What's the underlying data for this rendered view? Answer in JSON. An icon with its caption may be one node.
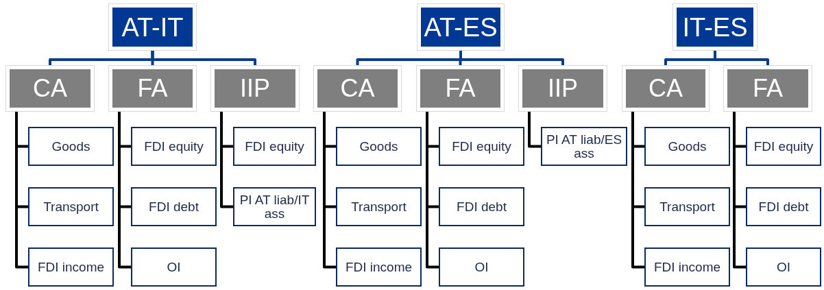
{
  "diagram": {
    "nodes": [
      {
        "text": [
          "AT-IT"
        ]
      },
      {
        "text": [
          "CA"
        ]
      },
      {
        "text": [
          "FA"
        ]
      },
      {
        "text": [
          "IIP"
        ]
      },
      {
        "text": [
          "Goods"
        ]
      },
      {
        "text": [
          "Transport"
        ]
      },
      {
        "text": [
          "FDI income"
        ]
      },
      {
        "text": [
          "FDI equity"
        ]
      },
      {
        "text": [
          "FDI debt"
        ]
      },
      {
        "text": [
          "OI"
        ]
      },
      {
        "text": [
          "FDI equity"
        ]
      },
      {
        "text": [
          "PI AT liab/IT ass"
        ]
      },
      {
        "text": [
          "AT-ES"
        ]
      },
      {
        "text": [
          "CA"
        ]
      },
      {
        "text": [
          "FA"
        ]
      },
      {
        "text": [
          "IIP"
        ]
      },
      {
        "text": [
          "Goods"
        ]
      },
      {
        "text": [
          "Transport"
        ]
      },
      {
        "text": [
          "FDI income"
        ]
      },
      {
        "text": [
          "FDI equity"
        ]
      },
      {
        "text": [
          "FDI debt"
        ]
      },
      {
        "text": [
          "OI"
        ]
      },
      {
        "text": [
          "PI AT liab/ES ass"
        ]
      },
      {
        "text": [
          "IT-ES"
        ]
      },
      {
        "text": [
          "CA"
        ]
      },
      {
        "text": [
          "FA"
        ]
      },
      {
        "text": [
          "Goods"
        ]
      },
      {
        "text": [
          "Transport"
        ]
      },
      {
        "text": [
          "FDI income"
        ]
      },
      {
        "text": [
          "FDI equity"
        ]
      },
      {
        "text": [
          "FDI debt"
        ]
      },
      {
        "text": [
          "OI"
        ]
      }
    ],
    "edges": [
      {
        "from": 0,
        "to": 1,
        "arrow": "none",
        "color": "#0d3a8a"
      },
      {
        "from": 0,
        "to": 2,
        "arrow": "none",
        "color": "#0d3a8a"
      },
      {
        "from": 0,
        "to": 3,
        "arrow": "none",
        "color": "#0d3a8a"
      },
      {
        "from": 1,
        "to": 4,
        "arrow": "none"
      },
      {
        "from": 1,
        "to": 5,
        "arrow": "none"
      },
      {
        "from": 1,
        "to": 6,
        "arrow": "none"
      },
      {
        "from": 2,
        "to": 7,
        "arrow": "none"
      },
      {
        "from": 2,
        "to": 8,
        "arrow": "none"
      },
      {
        "from": 2,
        "to": 9,
        "arrow": "none"
      },
      {
        "from": 3,
        "to": 10,
        "arrow": "none"
      },
      {
        "from": 3,
        "to": 11,
        "arrow": "none"
      },
      {
        "from": 12,
        "to": 13,
        "arrow": "none",
        "color": "#0d3a8a"
      },
      {
        "from": 12,
        "to": 14,
        "arrow": "none",
        "color": "#0d3a8a"
      },
      {
        "from": 12,
        "to": 15,
        "arrow": "none",
        "color": "#0d3a8a"
      },
      {
        "from": 13,
        "to": 16,
        "arrow": "none"
      },
      {
        "from": 13,
        "to": 17,
        "arrow": "none"
      },
      {
        "from": 13,
        "to": 18,
        "arrow": "none"
      },
      {
        "from": 14,
        "to": 19,
        "arrow": "none"
      },
      {
        "from": 14,
        "to": 20,
        "arrow": "none"
      },
      {
        "from": 14,
        "to": 21,
        "arrow": "none"
      },
      {
        "from": 15,
        "to": 22,
        "arrow": "none"
      },
      {
        "from": 23,
        "to": 24,
        "arrow": "none",
        "color": "#0d3a8a"
      },
      {
        "from": 23,
        "to": 25,
        "arrow": "none",
        "color": "#0d3a8a"
      },
      {
        "from": 24,
        "to": 26,
        "arrow": "none"
      },
      {
        "from": 24,
        "to": 27,
        "arrow": "none"
      },
      {
        "from": 24,
        "to": 28,
        "arrow": "none"
      },
      {
        "from": 25,
        "to": 29,
        "arrow": "none"
      },
      {
        "from": 25,
        "to": 30,
        "arrow": "none"
      },
      {
        "from": 25,
        "to": 31,
        "arrow": "none"
      }
    ]
  }
}
